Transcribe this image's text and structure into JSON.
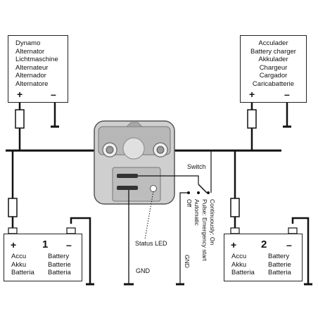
{
  "alternator": {
    "lines": [
      "Dynamo",
      "Alternator",
      "Lichtmaschine",
      "Alternateur",
      "Alternador",
      "Alternatore"
    ],
    "plus": "+",
    "minus": "–"
  },
  "charger": {
    "lines": [
      "Acculader",
      "Battery charger",
      "Akkulader",
      "Chargeur",
      "Cargador",
      "Caricabatterie"
    ],
    "plus": "+",
    "minus": "–"
  },
  "battery1": {
    "plus": "+",
    "minus": "–",
    "number": "1",
    "left_lines": [
      "Accu",
      "Akku",
      "Batteria"
    ],
    "right_lines": [
      "Battery",
      "Batterie",
      "Batteria"
    ]
  },
  "battery2": {
    "plus": "+",
    "minus": "–",
    "number": "2",
    "left_lines": [
      "Accu",
      "Akku",
      "Batteria"
    ],
    "right_lines": [
      "Battery",
      "Batterie",
      "Batteria"
    ]
  },
  "labels": {
    "switch": "Switch",
    "status_led": "Status LED",
    "gnd_main": "GND",
    "gnd_vertical": "GND",
    "off": "Off",
    "automatic": "Automatic",
    "pulse": "Pulse: Emergency start",
    "continuously_on": "Continuously: On"
  }
}
